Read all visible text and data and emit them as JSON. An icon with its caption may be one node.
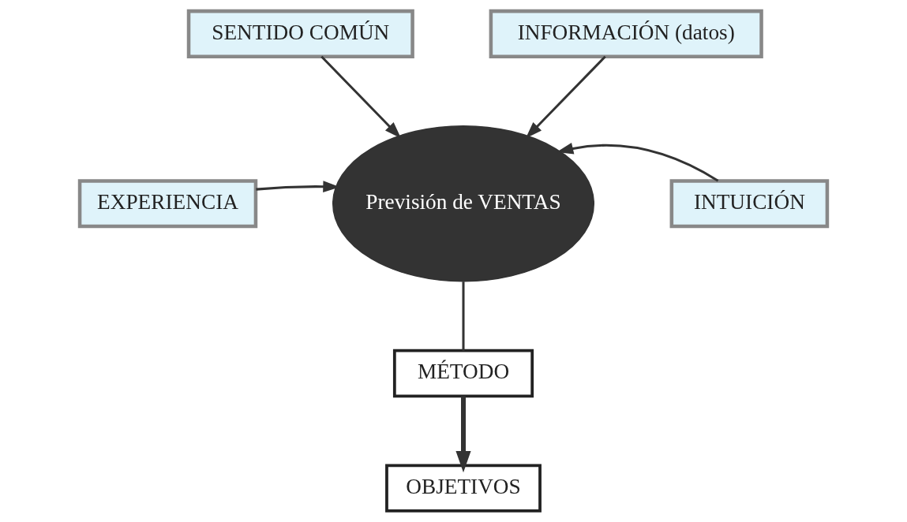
{
  "diagram": {
    "nodes": [
      {
        "text": [
          "SENTIDO COMÚN"
        ]
      },
      {
        "text": [
          "INFORMACIÓN (datos)"
        ]
      },
      {
        "text": [
          "EXPERIENCIA"
        ]
      },
      {
        "text": [
          "Previsión de VENTAS"
        ]
      },
      {
        "text": [
          "INTUICIÓN"
        ]
      },
      {
        "text": [
          "MÉTODO"
        ]
      },
      {
        "text": [
          "OBJETIVOS"
        ]
      }
    ],
    "edges": [
      {
        "from": 0,
        "to": 3,
        "arrow": "to"
      },
      {
        "from": 1,
        "to": 3,
        "arrow": "to"
      },
      {
        "from": 2,
        "to": 3,
        "arrow": "to"
      },
      {
        "from": 4,
        "to": 3,
        "arrow": "to"
      },
      {
        "from": 3,
        "to": 5,
        "arrow": "none"
      },
      {
        "from": 5,
        "to": 6,
        "arrow": "to",
        "style": "thick"
      }
    ]
  }
}
